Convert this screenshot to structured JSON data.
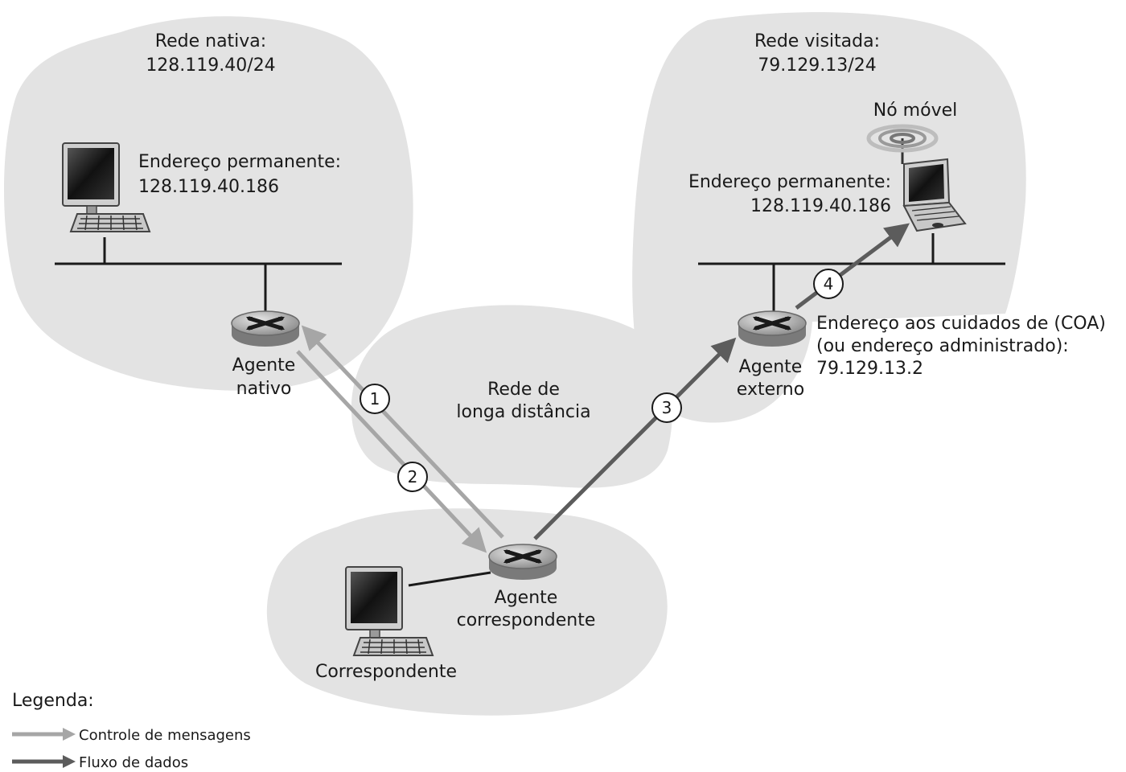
{
  "home_network": {
    "title": "Rede nativa:",
    "subnet": "128.119.40/24",
    "host_label_1": "Endereço permanente:",
    "host_label_2": "128.119.40.186",
    "agent_label_1": "Agente",
    "agent_label_2": "nativo"
  },
  "visited_network": {
    "title": "Rede visitada:",
    "subnet": "79.129.13/24",
    "mobile_node": "Nó móvel",
    "host_label_1": "Endereço permanente:",
    "host_label_2": "128.119.40.186",
    "agent_label_1": "Agente",
    "agent_label_2": "externo",
    "coa_line_1": "Endereço aos cuidados de (COA)",
    "coa_line_2": "(ou endereço administrado):",
    "coa_line_3": "79.129.13.2"
  },
  "wan": {
    "label_1": "Rede de",
    "label_2": "longa distância"
  },
  "correspondent_network": {
    "agent_label_1": "Agente",
    "agent_label_2": "correspondente",
    "host_label": "Correspondente"
  },
  "steps": [
    "1",
    "2",
    "3",
    "4"
  ],
  "legend": {
    "title": "Legenda:",
    "control": "Controle de mensagens",
    "data": "Fluxo de dados"
  },
  "colors": {
    "cloud": "#e3e3e3",
    "control_arrow": "#a6a6a6",
    "data_arrow": "#5c5c5c",
    "router": "#9a9a9a"
  }
}
